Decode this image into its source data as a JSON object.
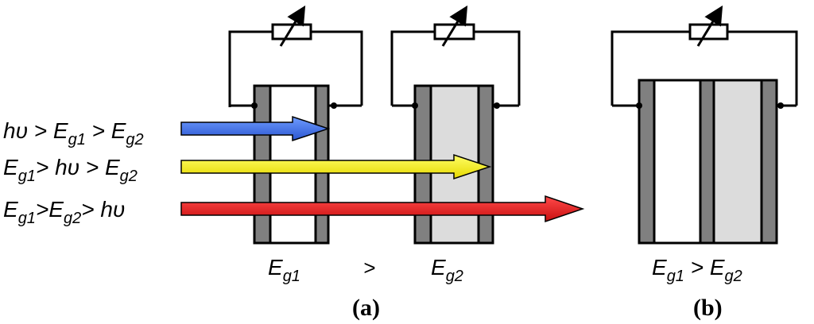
{
  "colors": {
    "electrode": "#808080",
    "semiconductor_light": "#dcdcdc",
    "wire": "#000000",
    "arrow_blue": "#3a6fe0",
    "arrow_yellow": "#f5f000",
    "arrow_red": "#e31a1a"
  },
  "conditions": {
    "row1": {
      "a": "h",
      "b": "υ",
      "c": " > E",
      "d": "g1",
      "e": " > E",
      "f": "g2"
    },
    "row2": {
      "a": "E",
      "b": "g1",
      "c": "> h",
      "d": "υ",
      "e": " > E",
      "f": "g2"
    },
    "row3": {
      "a": "E",
      "b": "g1",
      "c": ">E",
      "d": "g2",
      "e": "> h",
      "f": "υ"
    }
  },
  "cell_labels": {
    "cell1": {
      "main": "E",
      "sub": "g1"
    },
    "compare": ">",
    "cell2": {
      "main": "E",
      "sub": "g2"
    },
    "tandem": {
      "m1": "E",
      "s1": "g1",
      "m2": " > E",
      "s2": "g2"
    }
  },
  "captions": {
    "a": "(a)",
    "b": "(b)"
  },
  "icons": {
    "resistor": "variable-resistor-icon"
  }
}
